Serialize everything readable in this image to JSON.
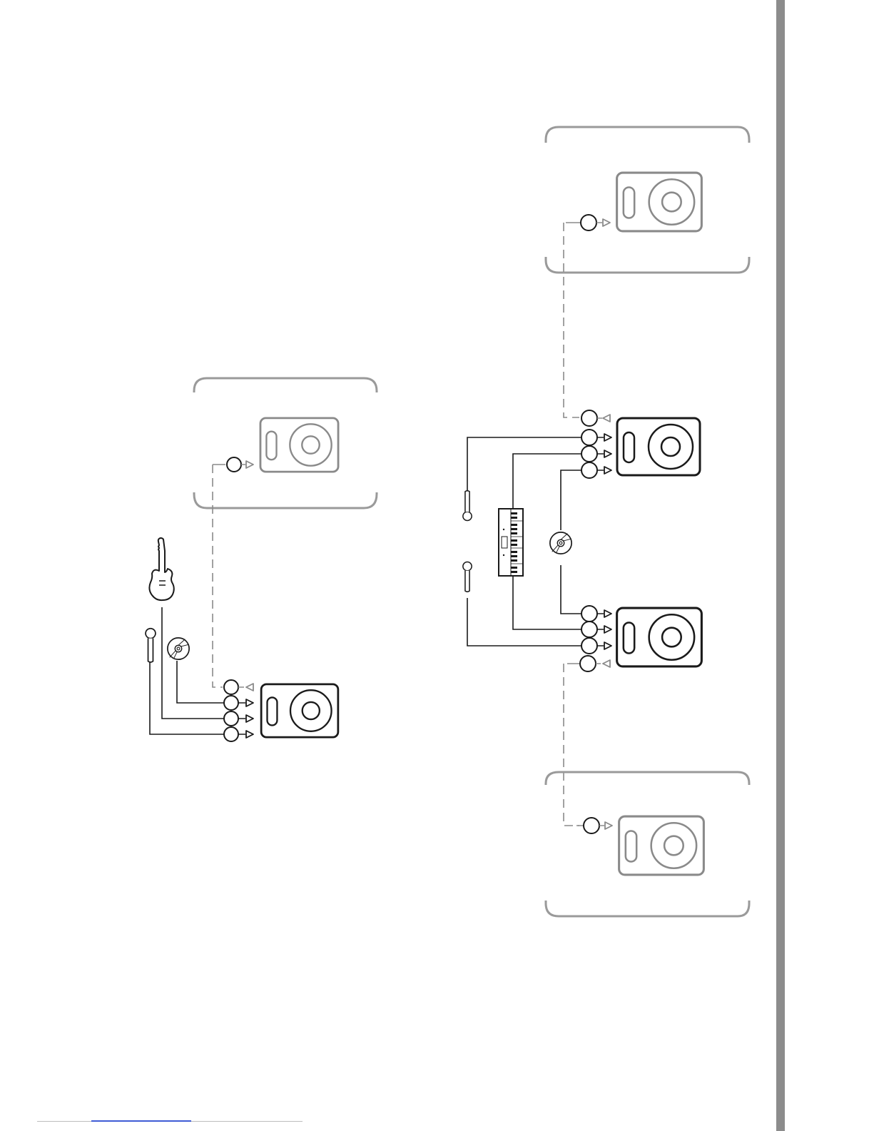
{
  "colors": {
    "dark": "#1a1a1a",
    "grey": "#8a8a8a",
    "grey_light": "#9a9a9a",
    "side_bar": "#8c8c8c",
    "link": "#3f5bd6"
  },
  "icons": [
    "speaker-icon",
    "connector-jack-icon",
    "arrow-triangle-icon",
    "guitar-icon",
    "microphone-icon",
    "cd-icon",
    "keyboard-icon"
  ],
  "setup_a": {
    "remote_monitor": {
      "inputs": 1
    },
    "main_monitor": {
      "inputs": 3,
      "link_out": 1
    },
    "sources": [
      "guitar",
      "microphone",
      "cd"
    ]
  },
  "setup_b": {
    "top_remote_monitor": {
      "inputs": 1
    },
    "upper_main_monitor": {
      "inputs": 3,
      "link_out": 1
    },
    "lower_main_monitor": {
      "inputs": 3,
      "link_out": 1
    },
    "bottom_remote_monitor": {
      "inputs": 1
    },
    "sources": [
      "microphone",
      "microphone",
      "keyboard",
      "cd"
    ]
  }
}
